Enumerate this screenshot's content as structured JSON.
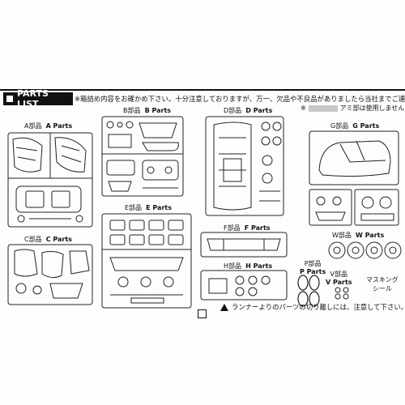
{
  "header": {
    "title": "PARTS LIST",
    "notice": "※箱詰め内容をお確かめ下さい。十分注意しておりますが、万一、欠品や不良品がありましたら当社までご連絡下さい。",
    "note_prefix": "※",
    "note_suffix": "アミ部は使用しません"
  },
  "parts": {
    "a": {
      "jp": "A部品",
      "en": "A Parts"
    },
    "b": {
      "jp": "B部品",
      "en": "B Parts"
    },
    "c": {
      "jp": "C部品",
      "en": "C Parts"
    },
    "d": {
      "jp": "D部品",
      "en": "D Parts"
    },
    "e": {
      "jp": "E部品",
      "en": "E Parts"
    },
    "f": {
      "jp": "F部品",
      "en": "F Parts"
    },
    "g": {
      "jp": "G部品",
      "en": "G Parts"
    },
    "h": {
      "jp": "H部品",
      "en": "H Parts"
    },
    "p": {
      "jp": "P部品",
      "en": "P Parts"
    },
    "v": {
      "jp": "V部品",
      "en": "V Parts"
    },
    "w": {
      "jp": "W部品",
      "en": "W Parts"
    },
    "masking": {
      "line1": "マスキング",
      "line2": "シール"
    }
  },
  "footer": {
    "runner_note": "ランナーよりのパーツの切り離しには、注意して下さい。"
  }
}
